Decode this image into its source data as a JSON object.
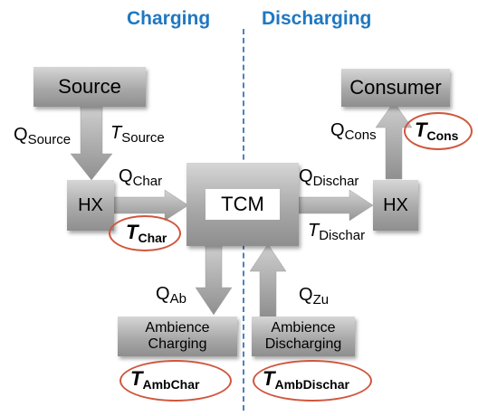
{
  "headers": {
    "charging": "Charging",
    "discharging": "Discharging"
  },
  "boxes": {
    "source": "Source",
    "consumer": "Consumer",
    "hx_left": "HX",
    "hx_right": "HX",
    "tcm": "TCM",
    "ambience_charging": {
      "line1": "Ambience",
      "line2": "Charging"
    },
    "ambience_discharging": {
      "line1": "Ambience",
      "line2": "Discharging"
    }
  },
  "labels": {
    "q_source": {
      "main": "Q",
      "sub": "Source"
    },
    "t_source": {
      "main": "T",
      "sub": "Source"
    },
    "q_char": {
      "main": "Q",
      "sub": "Char"
    },
    "t_char": {
      "main": "T",
      "sub": "Char"
    },
    "q_dischar": {
      "main": "Q",
      "sub": "Dischar"
    },
    "t_dischar": {
      "main": "T",
      "sub": "Dischar"
    },
    "q_cons": {
      "main": "Q",
      "sub": "Cons"
    },
    "t_cons": {
      "main": "T",
      "sub": "Cons"
    },
    "q_ab": {
      "main": "Q",
      "sub": "Ab"
    },
    "q_zu": {
      "main": "Q",
      "sub": "Zu"
    },
    "t_ambchar": {
      "main": "T",
      "sub": "AmbChar"
    },
    "t_ambdischar": {
      "main": "T",
      "sub": "AmbDischar"
    }
  },
  "colors": {
    "header": "#1f78c1",
    "highlight": "#d0563d",
    "divider": "#4f81bd"
  }
}
